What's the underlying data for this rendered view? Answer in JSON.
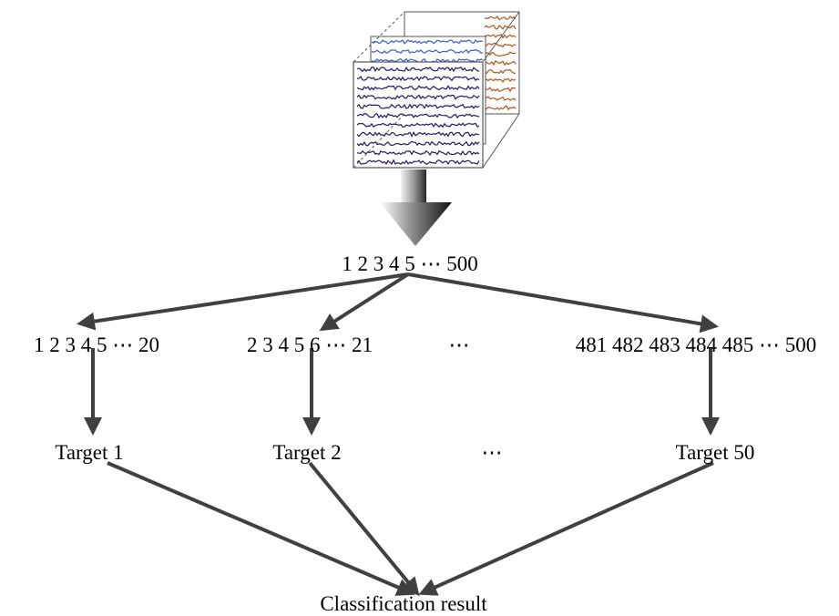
{
  "top_sequence": "1 2 3 4 5 ⋯ 500",
  "windows": [
    "1 2 3 4 5 ⋯ 20",
    "2 3 4 5 6 ⋯ 21",
    "⋯",
    "481 482 483 484 485 ⋯  500"
  ],
  "targets": [
    "Target 1",
    "Target 2",
    "⋯",
    "Target 50"
  ],
  "result": "Classification result",
  "colors": {
    "arrow": "#404040",
    "signal_front": "#2a1660",
    "signal_middle": "#3a5fc8",
    "signal_back": "#b8541c",
    "cube_edge": "#555555"
  },
  "icons": {
    "data_cube": "eeg-data-cube-icon",
    "down_arrow": "gradient-down-arrow-icon"
  }
}
